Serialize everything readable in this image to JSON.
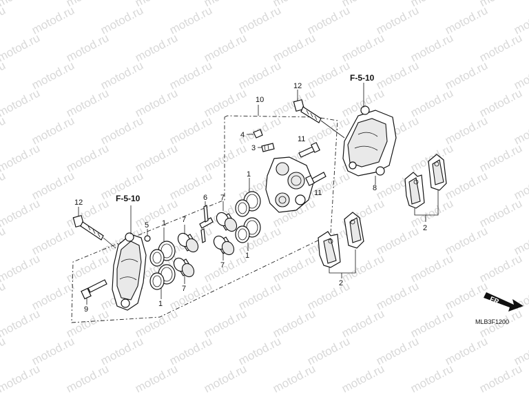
{
  "diagram": {
    "watermark": "motod.ru",
    "drawing_code": "MLB3F1200",
    "direction_label": "FR.",
    "refs": {
      "f510_right": "F-5-10",
      "f510_left": "F-5-10"
    },
    "callouts": {
      "c10": "10",
      "c12_top": "12",
      "c12_left": "12",
      "c4": "4",
      "c3": "3",
      "c11_top": "11",
      "c11_bottom": "11",
      "c8": "8",
      "c1_upper": "1",
      "c1_lower": "1",
      "c7_upper": "7",
      "c7_lower": "7",
      "c6": "6",
      "c5": "5",
      "c1_left_upper": "1",
      "c7_left_upper": "7",
      "c1_left_lower": "1",
      "c7_left_lower": "7",
      "c9": "9",
      "c2_center": "2",
      "c2_right": "2"
    }
  }
}
